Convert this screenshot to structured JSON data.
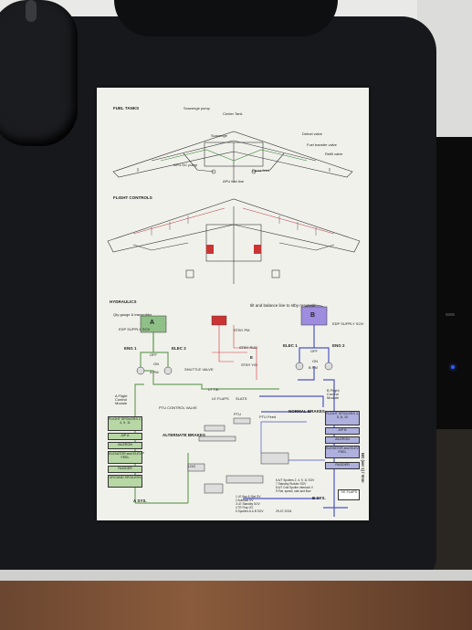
{
  "scene": {
    "description_tags": [
      "desk",
      "mouse",
      "headset",
      "pc-case",
      "printed-sheet"
    ],
    "colors": {
      "sheet": "#f1f1ec",
      "hyd_green": "#6aa05a",
      "hyd_blue": "#4a55c2",
      "hyd_red": "#c33",
      "mat": "#16181b"
    }
  },
  "sheet": {
    "fuel": {
      "title": "FUEL TANKS",
      "labels": [
        "Center Tank",
        "Scavenge pump",
        "APU DC pump",
        "Defuel valve",
        "Fuel transfer valve",
        "APU fuel line",
        "Refill valve",
        "Scavenge",
        "Cross feed"
      ]
    },
    "flight": {
      "title": "FLIGHT CONTROLS"
    },
    "hyd": {
      "title": "HYDRAULICS",
      "tilt_note": "tilt and balance line to stby reservoir",
      "left_note": "Qty gauge & transmitter",
      "sys_a": "A",
      "sys_b": "B",
      "supply_a": "EDP SUPPLY SOV",
      "supply_b": "EDP SUPPLY SOV",
      "eng1": "ENG 1",
      "elec2": "ELEC 2",
      "elec1": "ELEC 1",
      "eng2": "ENG 2",
      "off": "OFF",
      "on": "ON",
      "apm": "A PM",
      "bpm": "B PM",
      "shuttle": "SHUTTLE VALVE",
      "stby_pm": "STBY PM",
      "stby_rud": "STBY RUD",
      "stby_yd": "STBY Y/D",
      "e": "E",
      "lt_te": "LT T/E",
      "le_flaps": "LE FLAPS",
      "slats": "SLATS",
      "ptu_valve": "PTU CONTROL VALVE",
      "ptu": "PTU",
      "ptu_feed": "PTU Feed",
      "normal_brakes": "NORMAL BRAKES",
      "alt_brakes": "ALTERNATE BRAKES",
      "a_module": "A Flight Control Module",
      "b_module": "B Flight Control Module",
      "left_boxes": [
        "FLIGHT SPOILERS 2, 4, 9, 11",
        "A/P A",
        "AILERON",
        "ELEVATOR and ELEV FEEL",
        "RUDDER",
        "GROUND SPOILERS"
      ],
      "right_boxes": [
        "FLIGHT SPOILERS 3, 5, 8, 10",
        "A/P B",
        "AILERON",
        "ELEVATOR and ELEV FEEL",
        "RUDDER"
      ],
      "ldg": "LDG",
      "a_sys": "A SYS.",
      "b_sys": "B SYS.",
      "flaps": "T/E FLAPS",
      "legend": [
        "1  LE flap & Slat OV",
        "2  Autoslat OV",
        "3  LE Standby SOV",
        "4  TE Flap OV",
        "5  Spoilers A & B SOV",
        "6  A/T Spoilers 2, 4, 9, 11 SOV",
        "7  Standby Rudder SOV",
        "8  A/T Gnd Spoiler interlock V",
        "9  Flat, speed, rate and flow"
      ],
      "not_yet": "NG (ver 1) / Vrsn",
      "date": "29-07-2024"
    }
  }
}
